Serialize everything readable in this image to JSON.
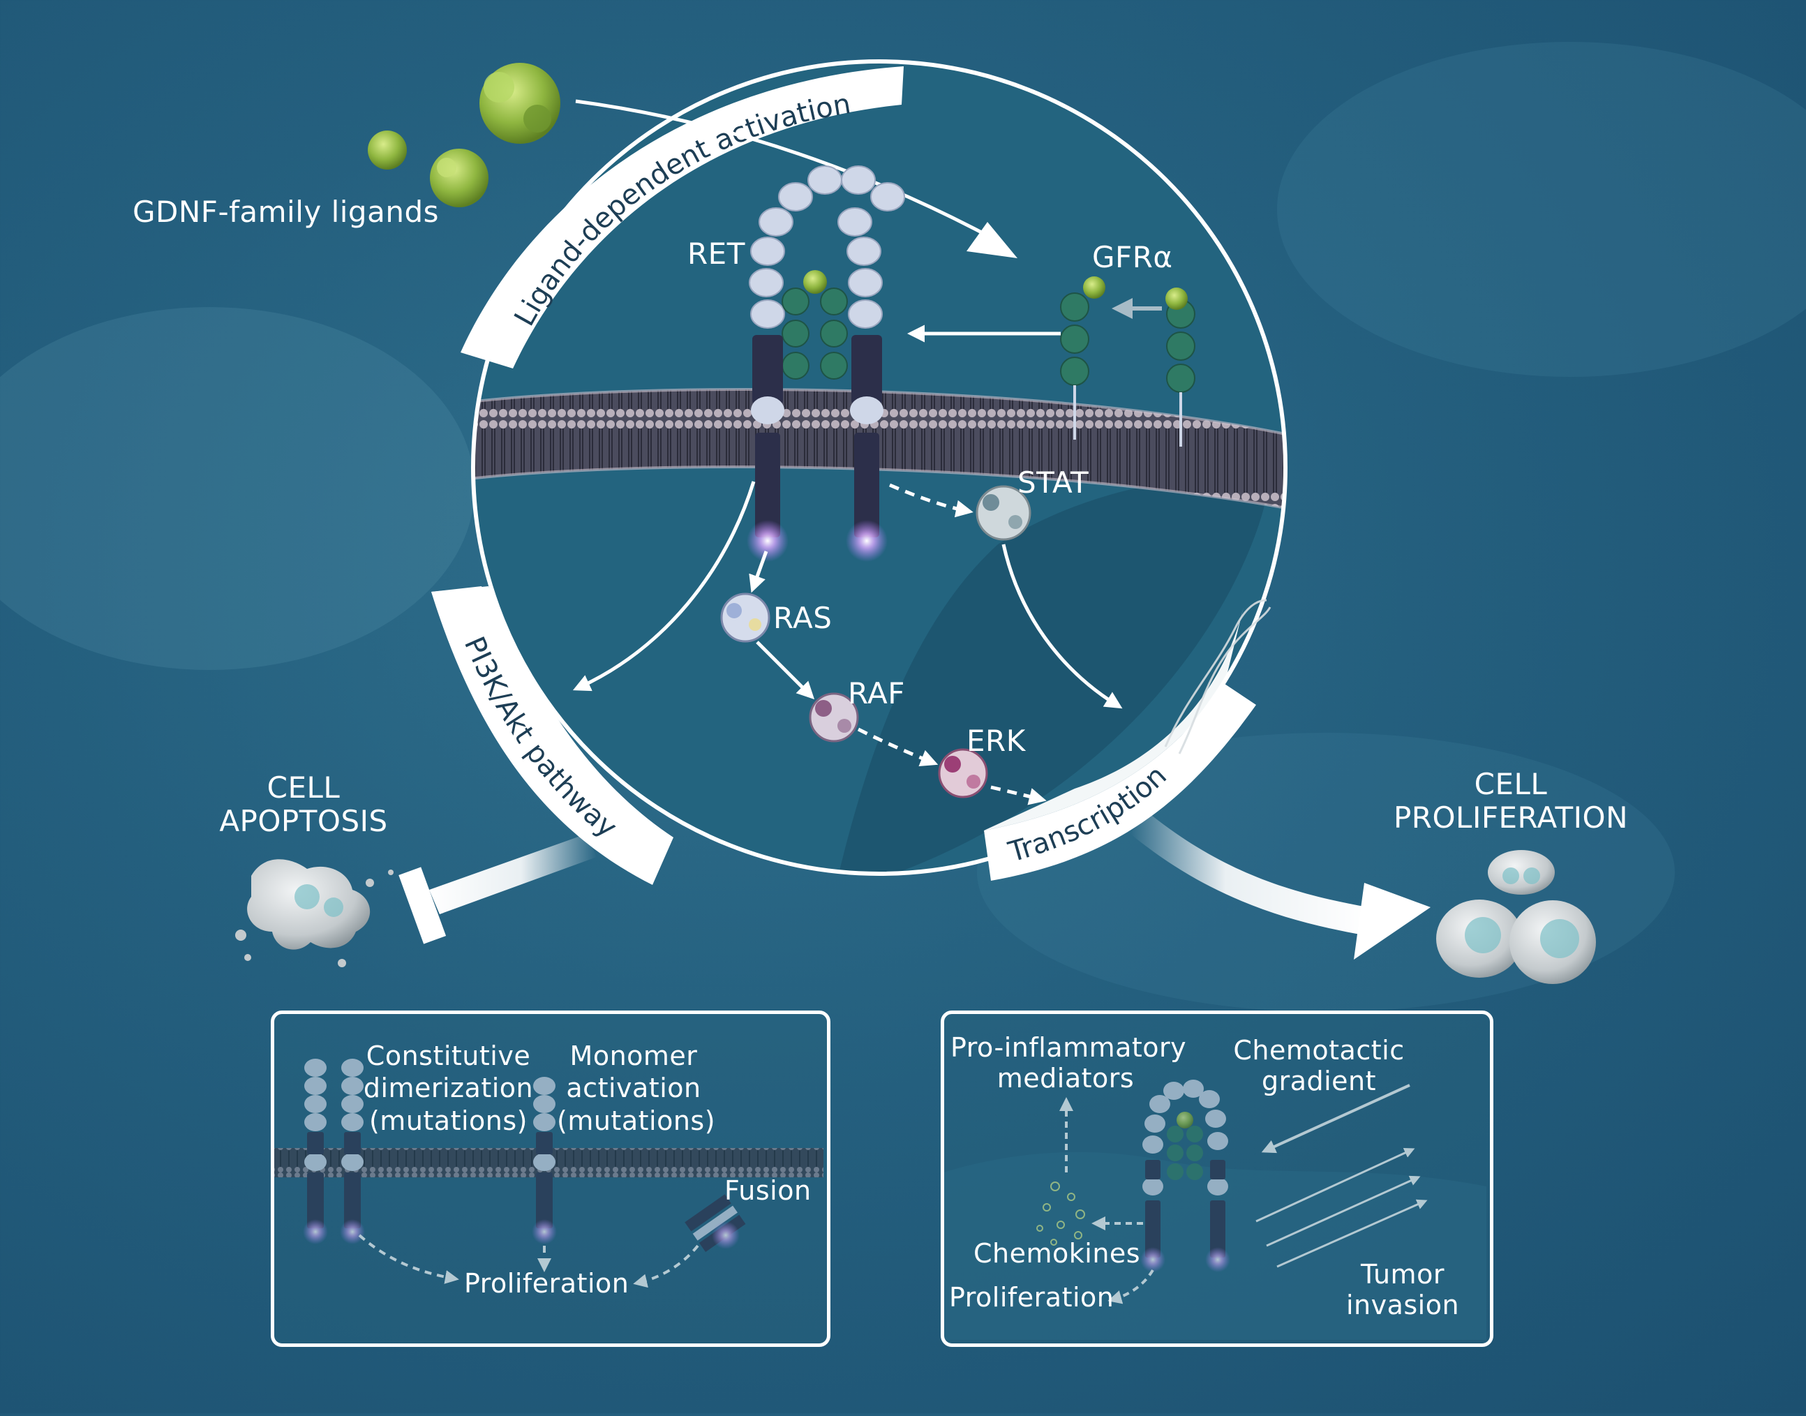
{
  "ligands_label": "GDNF-family ligands",
  "band_labels": {
    "ligand_activation": "Ligand-dependent activation",
    "pi3k": "PI3K/Akt pathway",
    "transcription": "Transcription"
  },
  "proteins": {
    "ret": "RET",
    "gfra": "GFRα",
    "stat": "STAT",
    "ras": "RAS",
    "raf": "RAF",
    "erk": "ERK"
  },
  "outcomes": {
    "apoptosis_line1": "CELL",
    "apoptosis_line2": "APOPTOSIS",
    "proliferation_line1": "CELL",
    "proliferation_line2": "PROLIFERATION"
  },
  "left_panel": {
    "constitutive_line1": "Constitutive",
    "constitutive_line2": "dimerization",
    "constitutive_line3": "(mutations)",
    "monomer_line1": "Monomer",
    "monomer_line2": "activation",
    "monomer_line3": "(mutations)",
    "fusion": "Fusion",
    "proliferation": "Proliferation"
  },
  "right_panel": {
    "proinflammatory_line1": "Pro-inflammatory",
    "proinflammatory_line2": "mediators",
    "chemotactic_line1": "Chemotactic",
    "chemotactic_line2": "gradient",
    "chemokines": "Chemokines",
    "proliferation": "Proliferation",
    "tumor_line1": "Tumor",
    "tumor_line2": "invasion"
  },
  "colors": {
    "background": "#245f7e",
    "white": "#ffffff",
    "receptor_dark": "#2c2f4a",
    "receptor_light": "#c9d3e6",
    "gfra_green": "#2f7a64",
    "ligand_green": "#9bc24a",
    "glow": "#d9a9ff"
  }
}
